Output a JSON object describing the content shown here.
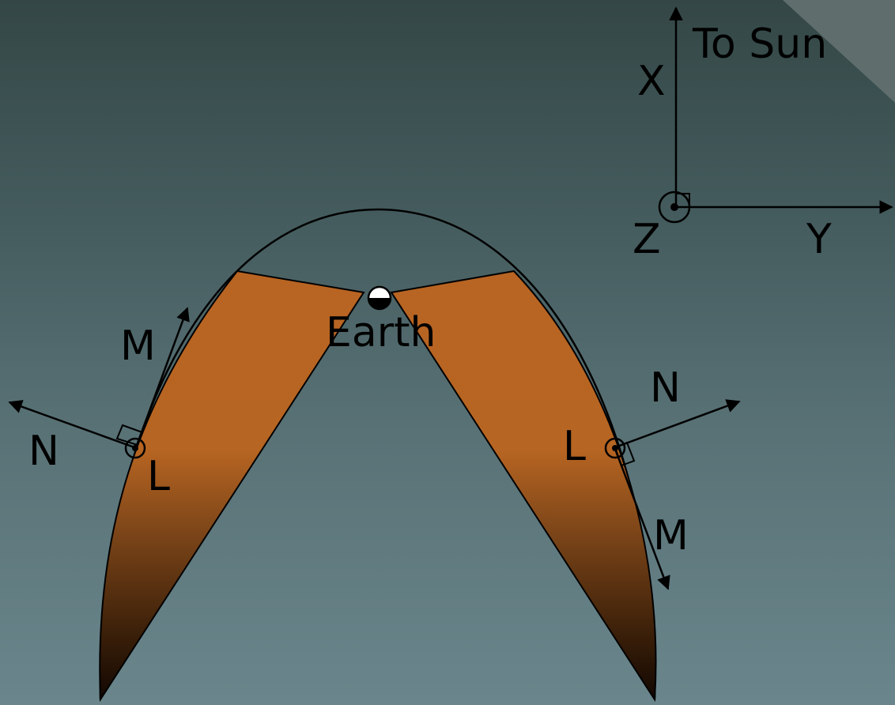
{
  "labels": {
    "to_sun": "To Sun",
    "x_axis": "X",
    "y_axis": "Y",
    "z_axis": "Z",
    "earth": "Earth",
    "left_normal": "N",
    "left_m": "M",
    "left_l": "L",
    "right_normal": "N",
    "right_m": "M",
    "right_l": "L"
  },
  "colors": {
    "background_top": "#344746",
    "background_bottom": "#6a868c",
    "magnetosheath_orange": "#b76522",
    "magnetosheath_dark": "#1a0a02",
    "outline": "#000000"
  }
}
